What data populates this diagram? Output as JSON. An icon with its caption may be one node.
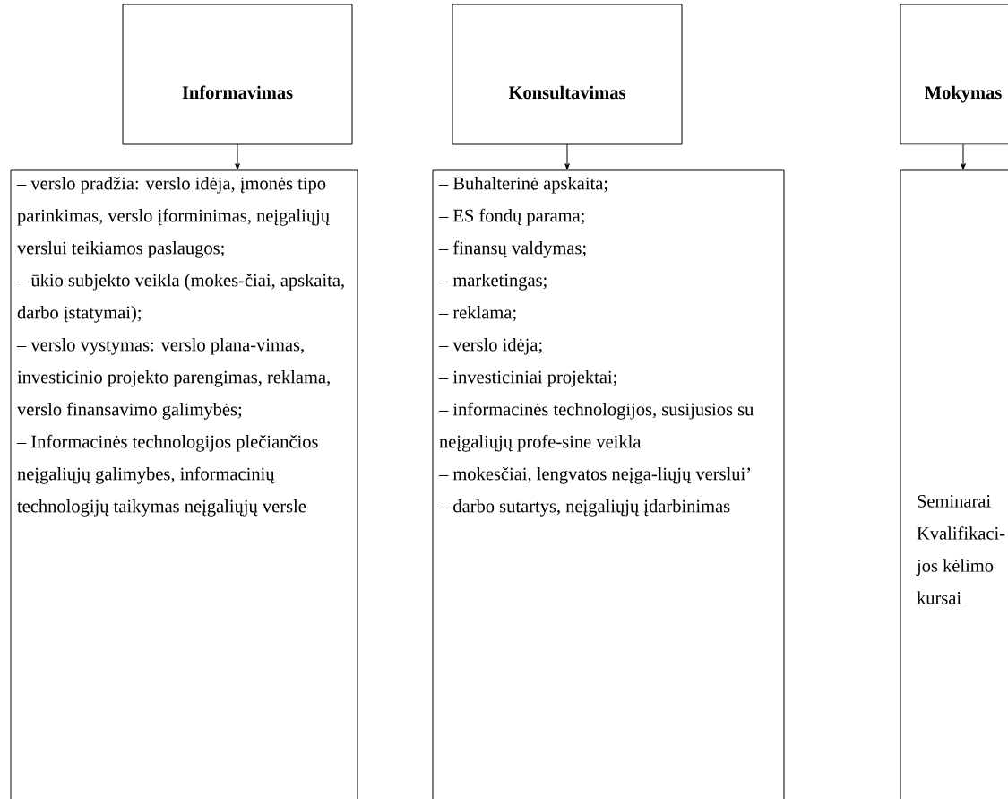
{
  "diagram": {
    "nodes": [
      {
        "text": [
          "Informavimas"
        ]
      },
      {
        "text": [
          "Konsultavimas"
        ]
      },
      {
        "text": [
          "Mokymas"
        ]
      },
      {
        "text": [
          "– verslo pradžia: verslo idėja, įmonės tipo parinkimas, verslo įforminimas, neįgaliųjų verslui teikiamos paslaugos;",
          "– ūkio subjekto veikla (mokes-čiai, apskaita, darbo įstatymai);",
          "– verslo vystymas: verslo plana-vimas, investicinio projekto parengimas, reklama, verslo finansavimo galimybės;",
          "– Informacinės technologijos plečiančios neįgaliųjų galimybes, informacinių technologijų taikymas neįgaliųjų versle"
        ]
      },
      {
        "text": [
          "– Buhalterinė apskaita;",
          "– ES fondų parama;",
          "– finansų valdymas;",
          "– marketingas;",
          "– reklama;",
          "– verslo idėja;",
          "– investiciniai projektai;",
          "– informacinės technologijos, susijusios su neįgaliųjų profe-sine veikla",
          "– mokesčiai, lengvatos neįga-liųjų verslui’",
          "– darbo sutartys, neįgaliųjų įdarbinimas"
        ]
      },
      {
        "text": [
          "Seminarai",
          "Kvalifikaci-jos kėlimo kursai"
        ]
      }
    ],
    "edges": [
      {
        "from": 0,
        "to": 3,
        "arrow": "to"
      },
      {
        "from": 1,
        "to": 4,
        "arrow": "to"
      },
      {
        "from": 2,
        "to": 5,
        "arrow": "to"
      }
    ]
  }
}
